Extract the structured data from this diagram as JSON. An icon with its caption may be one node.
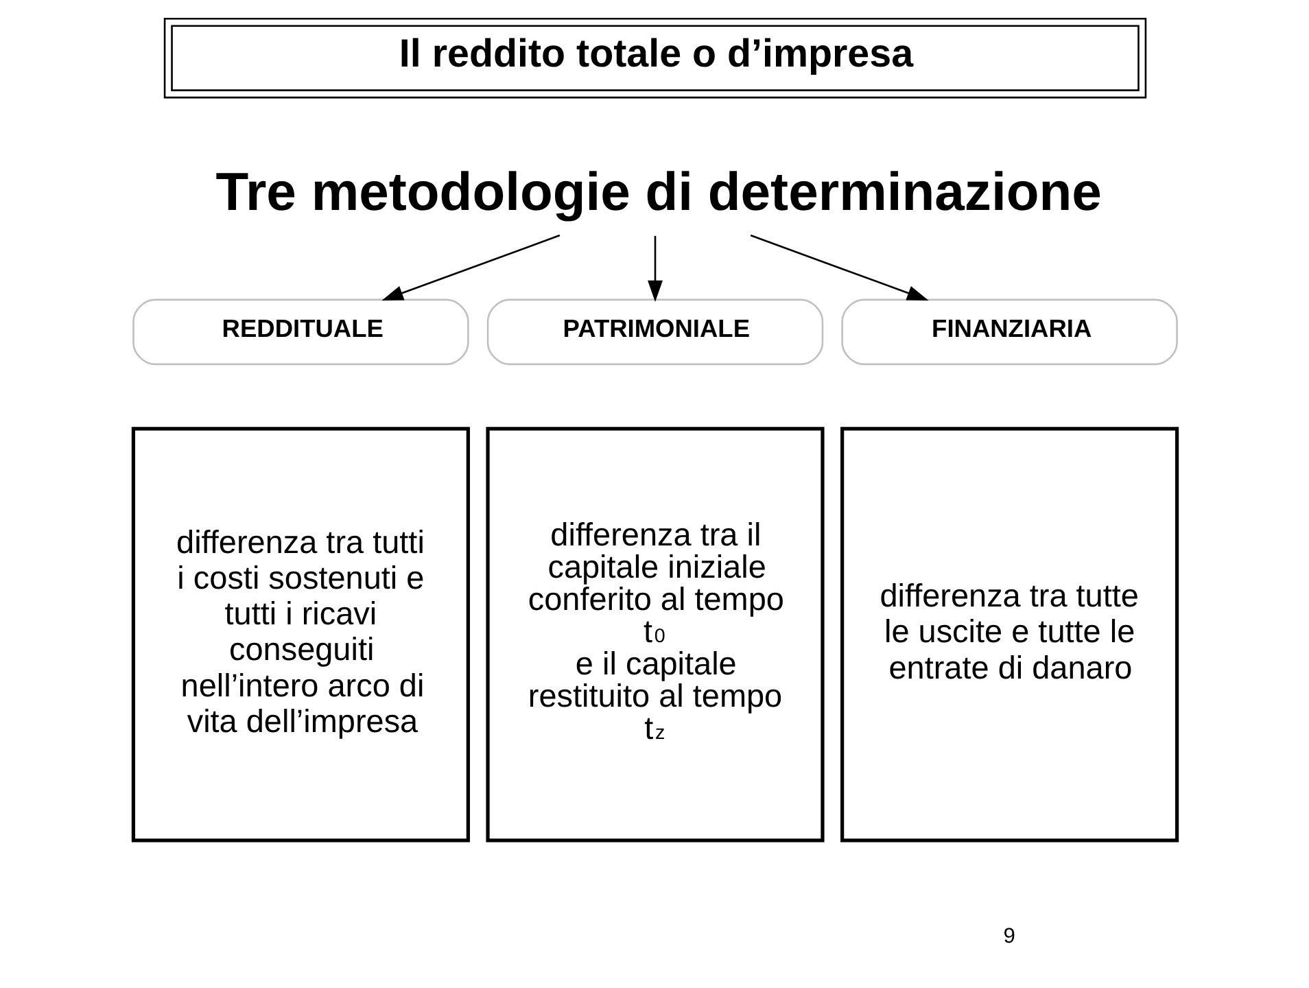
{
  "diagram": {
    "nodes": [
      {
        "text": [
          "Il reddito totale o d’impresa"
        ]
      },
      {
        "text": [
          "Tre metodologie di determinazione"
        ]
      },
      {
        "text": [
          "REDDITUALE"
        ]
      },
      {
        "text": [
          "PATRIMONIALE"
        ]
      },
      {
        "text": [
          "FINANZIARIA"
        ]
      },
      {
        "text": [
          "differenza tra tutti i costi sostenuti e tutti i ricavi conseguiti nell’intero arco di vita dell’impresa"
        ]
      },
      {
        "text": [
          "differenza tra il capitale iniziale conferito al tempo t$_{0}$ e il capitale restituito al tempo t$_{z}$"
        ]
      },
      {
        "text": [
          "differenza tra tutte le uscite e tutte le entrate di danaro"
        ]
      }
    ],
    "edges": [
      {
        "from": 1,
        "to": 2,
        "arrow": "to"
      },
      {
        "from": 1,
        "to": 3,
        "arrow": "to"
      },
      {
        "from": 1,
        "to": 4,
        "arrow": "to"
      }
    ],
    "labels": [
      "9"
    ]
  }
}
